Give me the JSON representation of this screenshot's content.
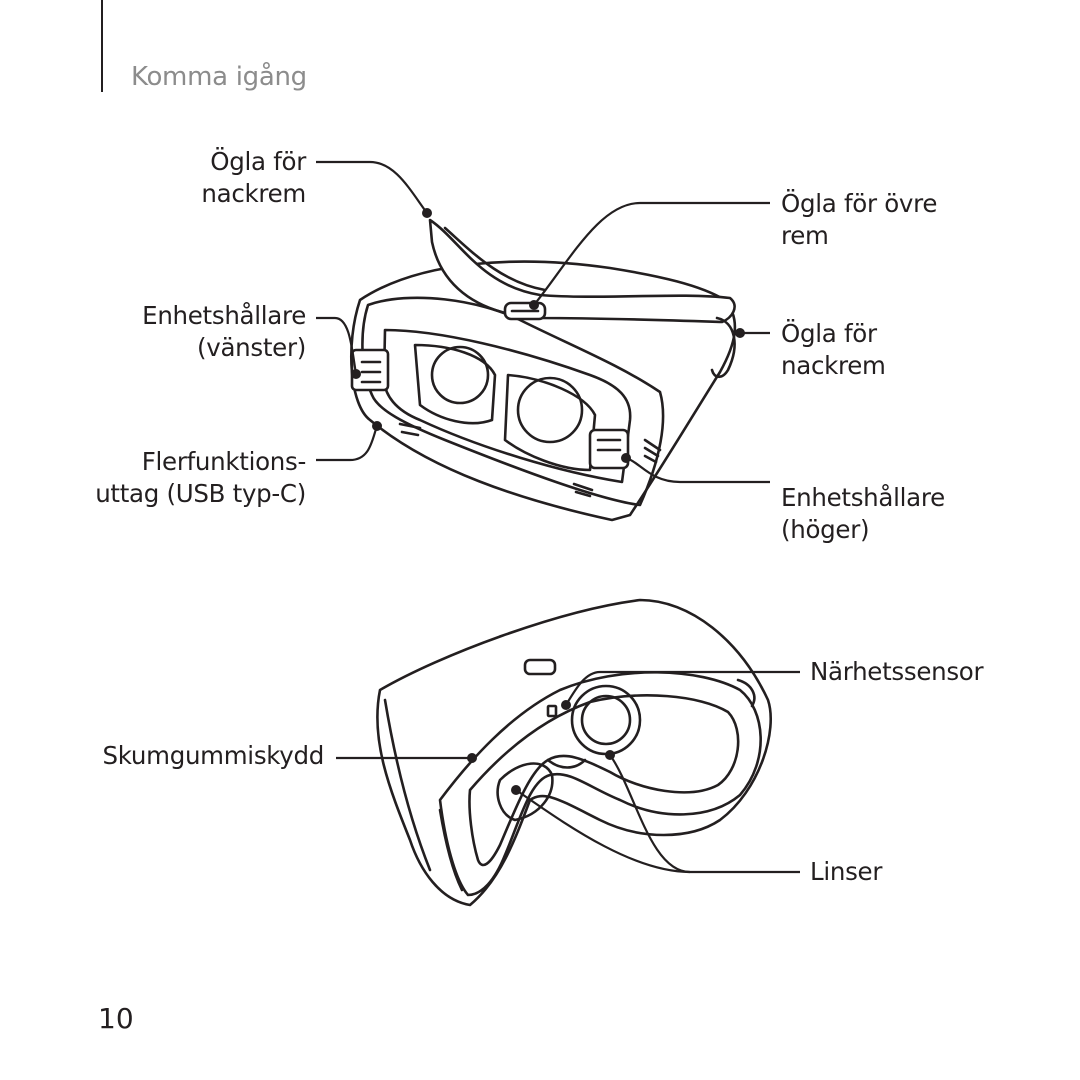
{
  "header": {
    "section_title": "Komma igång"
  },
  "figure_top": {
    "labels": {
      "neck_strap_loop_left": [
        "Ögla för",
        "nackrem"
      ],
      "device_holder_left": [
        "Enhetshållare",
        "(vänster)"
      ],
      "usb_port": [
        "Flerfunktions-",
        "uttag (USB typ-C)"
      ],
      "top_strap_loop": [
        "Ögla för övre",
        "rem"
      ],
      "neck_strap_loop_right": [
        "Ögla för",
        "nackrem"
      ],
      "device_holder_right": [
        "Enhetshållare",
        "(höger)"
      ]
    }
  },
  "figure_bottom": {
    "labels": {
      "proximity_sensor": "Närhetssensor",
      "foam_cushion": "Skumgummiskydd",
      "lenses": "Linser"
    }
  },
  "footer": {
    "page_number": "10"
  }
}
